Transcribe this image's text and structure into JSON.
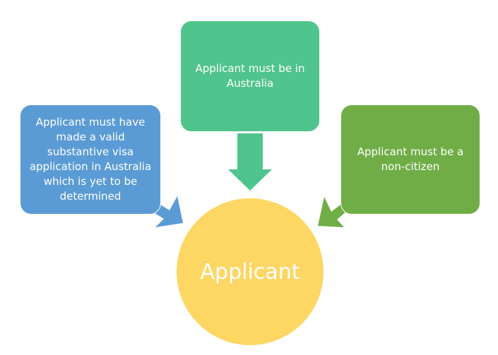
{
  "diagram": {
    "center": {
      "label": "Applicant",
      "color": "#fdd663"
    },
    "requirements": [
      {
        "id": "left",
        "text": "Applicant must have made a valid substantive visa application in Australia which is yet to be determined",
        "color": "#5b9bd5",
        "arrow_direction": "down-right"
      },
      {
        "id": "top",
        "text": "Applicant must be in Australia",
        "color": "#4fc48c",
        "arrow_direction": "down"
      },
      {
        "id": "right",
        "text": "Applicant must be a non-citizen",
        "color": "#70ad47",
        "arrow_direction": "down-left"
      }
    ]
  }
}
